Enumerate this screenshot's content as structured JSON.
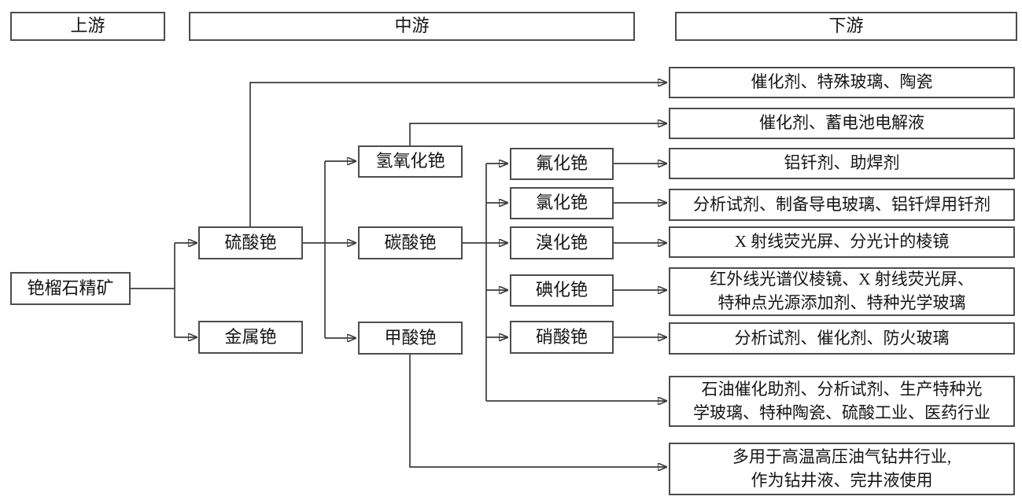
{
  "headers": {
    "upstream": "上游",
    "midstream": "中游",
    "downstream": "下游"
  },
  "source": {
    "label": "铯榴石精矿"
  },
  "intermediates": {
    "sulfate": "硫酸铯",
    "metal": "金属铯",
    "hydroxide": "氢氧化铯",
    "carbonate": "碳酸铯",
    "formate": "甲酸铯",
    "fluoride": "氟化铯",
    "chloride": "氯化铯",
    "bromide": "溴化铯",
    "iodide": "碘化铯",
    "nitrate": "硝酸铯"
  },
  "applications": [
    {
      "lines": [
        "催化剂、特殊玻璃、陶瓷"
      ]
    },
    {
      "lines": [
        "催化剂、蓄电池电解液"
      ]
    },
    {
      "lines": [
        "铝钎剂、助焊剂"
      ]
    },
    {
      "lines": [
        "分析试剂、制备导电玻璃、铝钎焊用钎剂"
      ]
    },
    {
      "lines": [
        "X 射线荧光屏、分光计的棱镜"
      ]
    },
    {
      "lines": [
        "红外线光谱仪棱镜、X 射线荧光屏、",
        "特种点光源添加剂、特种光学玻璃"
      ]
    },
    {
      "lines": [
        "分析试剂、催化剂、防火玻璃"
      ]
    },
    {
      "lines": [
        "石油催化助剂、分析试剂、生产特种光",
        "学玻璃、特种陶瓷、硫酸工业、医药行业"
      ]
    },
    {
      "lines": [
        "多用于高温高压油气钻井行业,",
        "作为钻井液、完井液使用"
      ]
    }
  ],
  "colors": {
    "box_border": "#4d4d4d",
    "connector_line": "#3d3d3d",
    "arrowhead": "#2e2e2e",
    "text": "#151515",
    "background": "#ffffff"
  }
}
